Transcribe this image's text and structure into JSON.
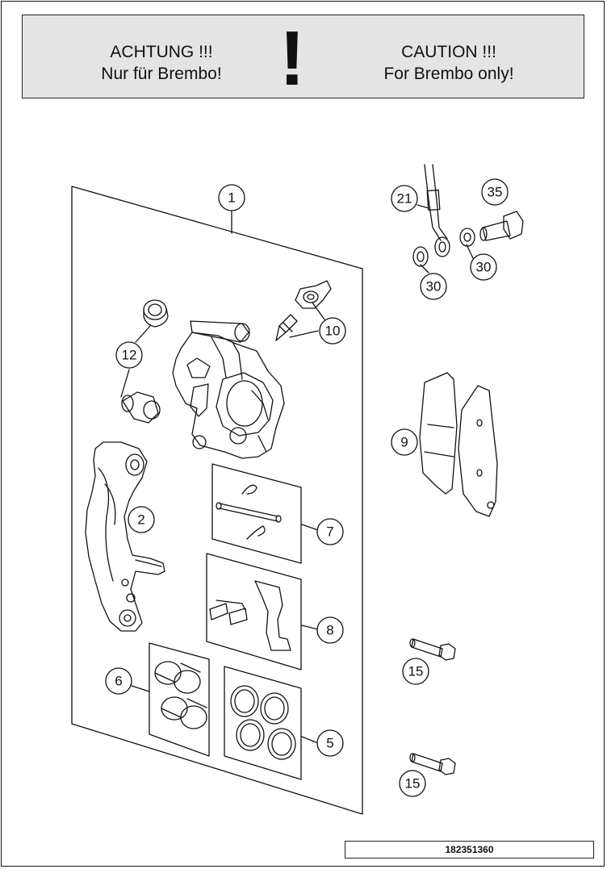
{
  "caution_banner": {
    "german_line1": "ACHTUNG !!!",
    "german_line2": "Nur für Brembo!",
    "exclamation": "!",
    "english_line1": "CAUTION !!!",
    "english_line2": "For Brembo only!"
  },
  "callouts": [
    "1",
    "2",
    "5",
    "6",
    "7",
    "8",
    "9",
    "10",
    "12",
    "15",
    "15",
    "21",
    "30",
    "30",
    "35"
  ],
  "document_number": "182351360"
}
